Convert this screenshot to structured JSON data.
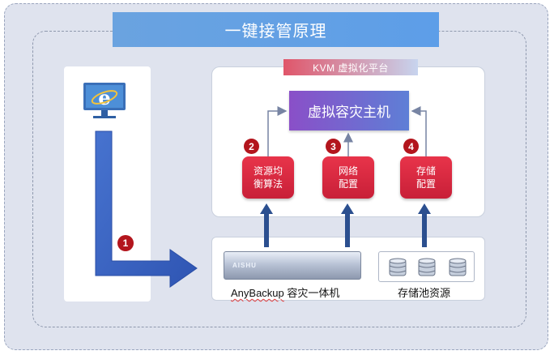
{
  "title": "一键接管原理",
  "kvm_platform": {
    "label": "KVM 虚拟化平台"
  },
  "virtual_host": {
    "label": "虚拟容灾主机"
  },
  "steps": {
    "balance": {
      "number": "2",
      "label": "资源均\n衡算法"
    },
    "network": {
      "number": "3",
      "label": "网络\n配置"
    },
    "storage": {
      "number": "4",
      "label": "存储\n配置"
    },
    "takeover": {
      "number": "1"
    }
  },
  "appliance": {
    "brand": "AISHU",
    "caption_brand": "AnyBackup",
    "caption_rest": " 容灾一体机"
  },
  "storage_pool": {
    "caption": "存储池资源",
    "disk_count": 3
  },
  "colors": {
    "title_blue": "#5d9ee8",
    "kvm_red": "#e0566a",
    "host_purple": "#8a4fc8",
    "step_red": "#d5263c",
    "badge_red": "#b3151d",
    "arrow_blue": "#3a65c4",
    "up_arrow_navy": "#2b4f8f"
  },
  "icons": {
    "client": "ie-monitor-icon",
    "disk": "database-icon"
  }
}
